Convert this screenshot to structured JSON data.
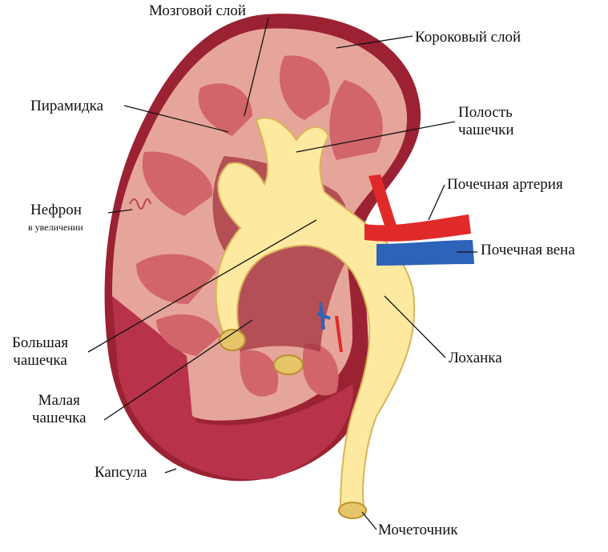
{
  "labels": {
    "medulla": "Мозговой слой",
    "cortex": "Короковый слой",
    "pyramid": "Пирамидка",
    "calyx_cavity": "Полость\nчашечки",
    "renal_artery": "Почечная артерия",
    "nephron": "Нефрон",
    "nephron_sub": "в увеличении",
    "renal_vein": "Почечная вена",
    "major_calyx": "Большая\nчашечка",
    "pelvis": "Лоханка",
    "minor_calyx": "Малая\nчашечка",
    "capsule": "Капсула",
    "ureter": "Мочеточник"
  },
  "colors": {
    "capsule_dark": "#9b2233",
    "capsule_mid": "#c0414f",
    "cortex": "#e6a59a",
    "pyramid": "#d2656a",
    "pelvis": "#fde9a0",
    "pelvis_edge": "#d9b45a",
    "artery": "#e02a2a",
    "vein": "#2d63b8"
  }
}
